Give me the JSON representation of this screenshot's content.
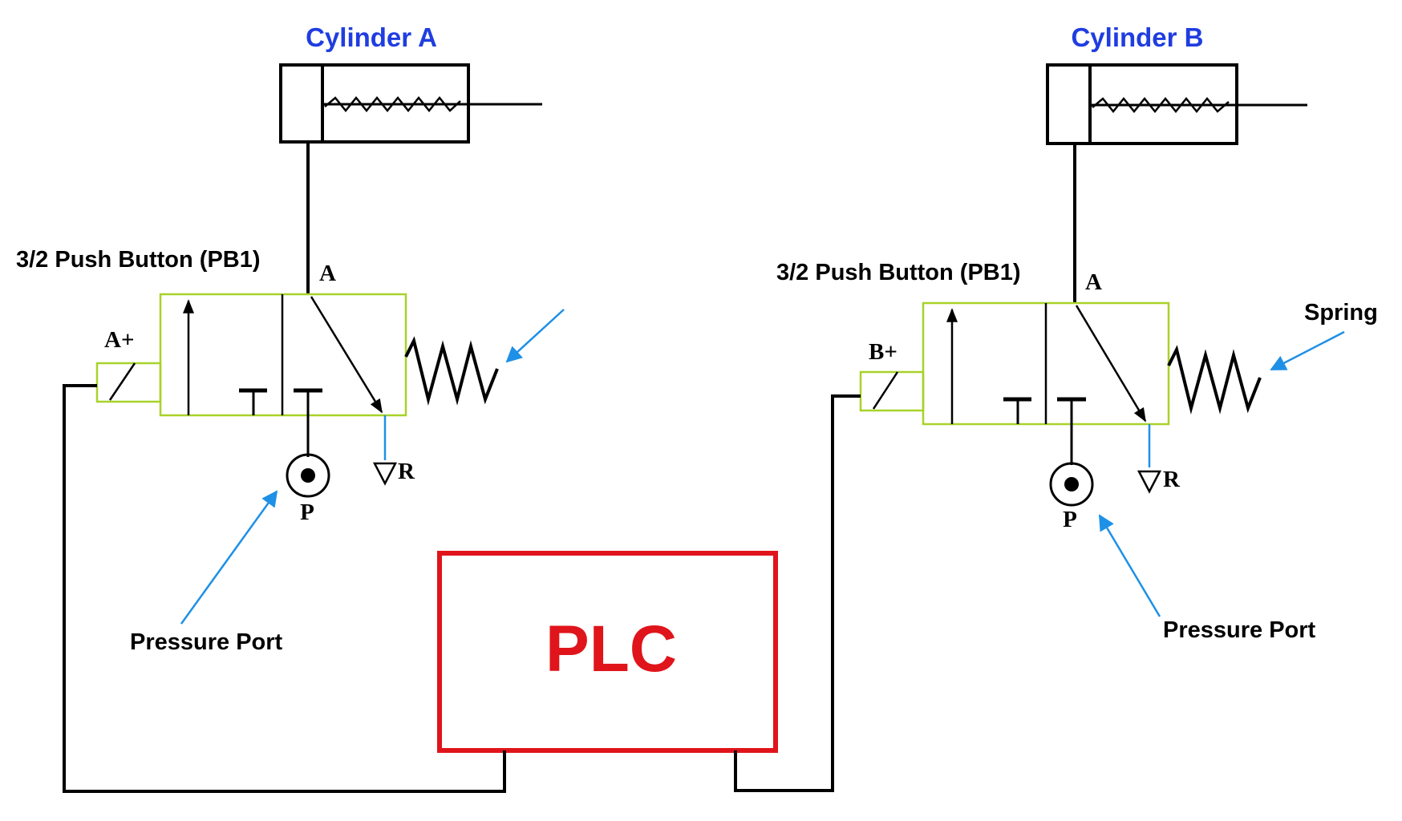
{
  "colors": {
    "cylinder_title": "#1f3de0",
    "valve_outline": "#a8d22a",
    "plc_red": "#e0141b",
    "arrow_blue": "#1e90e6",
    "wire": "#000000"
  },
  "left": {
    "cylinder_title": "Cylinder A",
    "valve_label": "3/2 Push Button (PB1)",
    "port_a": "A",
    "solenoid": "A+",
    "port_r": "R",
    "port_p": "P",
    "pressure_label": "Pressure Port"
  },
  "right": {
    "cylinder_title": "Cylinder B",
    "valve_label": "3/2 Push Button (PB1)",
    "port_a": "A",
    "solenoid": "B+",
    "port_r": "R",
    "port_p": "P",
    "pressure_label": "Pressure Port",
    "spring_label": "Spring"
  },
  "plc": {
    "label": "PLC"
  }
}
